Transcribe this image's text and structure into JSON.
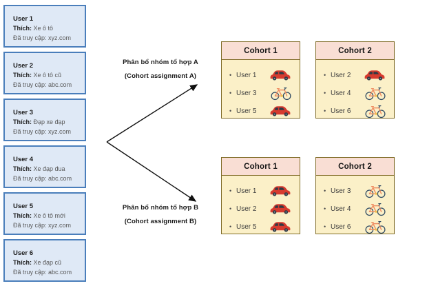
{
  "diagram": {
    "users": [
      {
        "name": "User 1",
        "likes_label": "Thích:",
        "likes": "Xe ô tô",
        "visited_label": "Đã truy cập:",
        "visited": "xyz.com"
      },
      {
        "name": "User 2",
        "likes_label": "Thích:",
        "likes": "Xe ô tô cũ",
        "visited_label": "Đã truy cập:",
        "visited": "abc.com"
      },
      {
        "name": "User 3",
        "likes_label": "Thích:",
        "likes": "Đạp xe đạp",
        "visited_label": "Đã truy cập:",
        "visited": "xyz.com"
      },
      {
        "name": "User 4",
        "likes_label": "Thích:",
        "likes": "Xe đạp đua",
        "visited_label": "Đã truy cập:",
        "visited": "abc.com"
      },
      {
        "name": "User 5",
        "likes_label": "Thích:",
        "likes": "Xe ô tô mới",
        "visited_label": "Đã truy cập:",
        "visited": "xyz.com"
      },
      {
        "name": "User 6",
        "likes_label": "Thích:",
        "likes": "Xe đạp cũ",
        "visited_label": "Đã truy cập:",
        "visited": "abc.com"
      }
    ],
    "assignments": [
      {
        "label_line1": "Phân bổ nhóm tổ hợp A",
        "label_line2": "(Cohort assignment A)",
        "cohorts": [
          {
            "title": "Cohort 1",
            "members": [
              {
                "name": "User 1",
                "icon": "car"
              },
              {
                "name": "User 3",
                "icon": "bicycle"
              },
              {
                "name": "User 5",
                "icon": "car"
              }
            ]
          },
          {
            "title": "Cohort 2",
            "members": [
              {
                "name": "User 2",
                "icon": "car"
              },
              {
                "name": "User 4",
                "icon": "bicycle"
              },
              {
                "name": "User 6",
                "icon": "bicycle"
              }
            ]
          }
        ]
      },
      {
        "label_line1": "Phân bổ nhóm tổ hợp B",
        "label_line2": "(Cohort assignment B)",
        "cohorts": [
          {
            "title": "Cohort 1",
            "members": [
              {
                "name": "User 1",
                "icon": "car"
              },
              {
                "name": "User 2",
                "icon": "car"
              },
              {
                "name": "User 5",
                "icon": "car"
              }
            ]
          },
          {
            "title": "Cohort 2",
            "members": [
              {
                "name": "User 3",
                "icon": "bicycle"
              },
              {
                "name": "User 4",
                "icon": "bicycle"
              },
              {
                "name": "User 6",
                "icon": "bicycle"
              }
            ]
          }
        ]
      }
    ],
    "colors": {
      "user_card_bg": "#dfe9f6",
      "user_card_border": "#4a7ebb",
      "cohort_border": "#7f6b26",
      "cohort_header_bg": "#f9ded4",
      "cohort_body_bg": "#fbf0c8",
      "car_red": "#d63b2f",
      "bike_frame": "#ef8e63",
      "bike_wheel": "#2f4a63",
      "arrow": "#101010"
    }
  }
}
